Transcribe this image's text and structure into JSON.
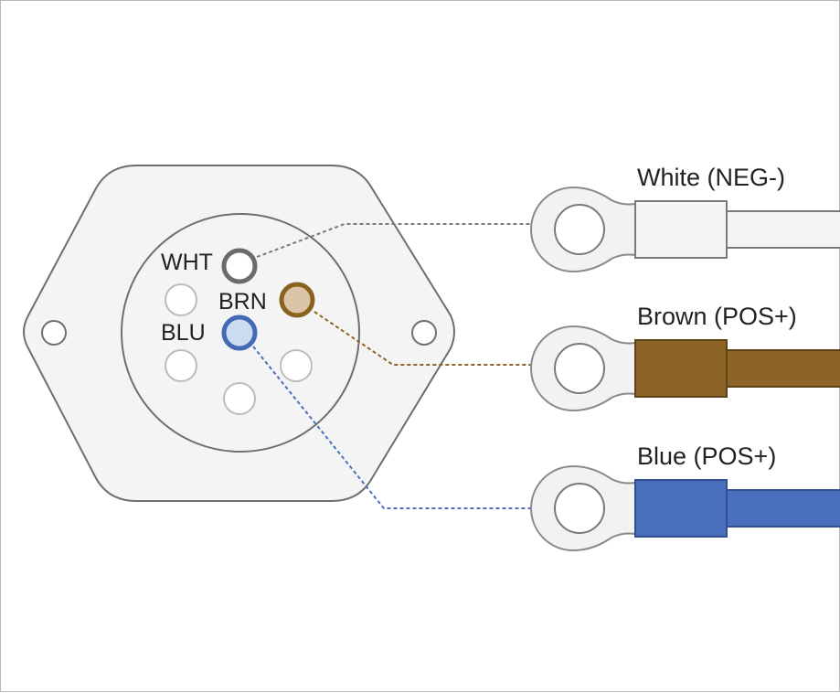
{
  "connector": {
    "pins": [
      {
        "id": "wht",
        "label": "WHT",
        "fill": "#ffffff",
        "stroke": "#6b6b6b"
      },
      {
        "id": "brn",
        "label": "BRN",
        "fill": "#dcc4a8",
        "stroke": "#8c6223"
      },
      {
        "id": "blu",
        "label": "BLU",
        "fill": "#c9dcf2",
        "stroke": "#4568b5"
      }
    ],
    "empty_pin_count": 4
  },
  "wires": [
    {
      "id": "white",
      "label": "White (NEG-)",
      "color": "#f5f5f5",
      "border": "#7a7a7a",
      "dash": "#7a7a7a"
    },
    {
      "id": "brown",
      "label": "Brown (POS+)",
      "color": "#8c6427",
      "border": "#5e4218",
      "dash": "#8c6427"
    },
    {
      "id": "blue",
      "label": "Blue (POS+)",
      "color": "#4a70bd",
      "border": "#2f4f8e",
      "dash": "#4a70bd"
    }
  ],
  "colors": {
    "body_fill": "#f4f4f4",
    "body_stroke": "#6e6e6e",
    "terminal_fill": "#f2f2f2",
    "terminal_stroke": "#8a8a8a",
    "empty_pin_stroke": "#bcbcbc"
  }
}
